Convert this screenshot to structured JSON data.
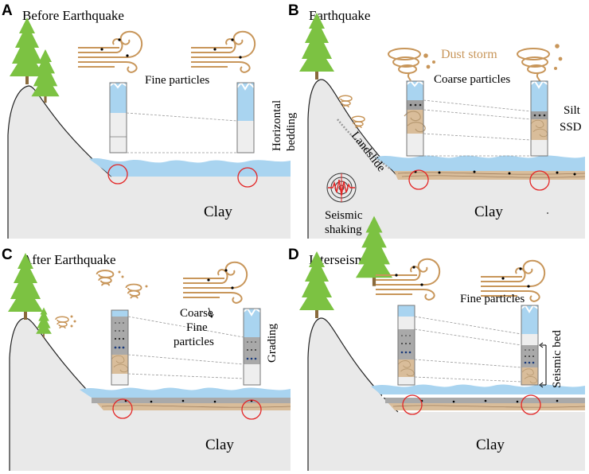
{
  "panels": {
    "a": {
      "letter": "A",
      "title": "Before Earthquake",
      "fine_particles": "Fine particles",
      "horizontal": "Horizontal",
      "bedding": "bedding",
      "clay": "Clay"
    },
    "b": {
      "letter": "B",
      "title": "Earthquake",
      "dust_storm": "Dust storm",
      "coarse_particles": "Coarse particles",
      "silt": "Silt",
      "ssd": "SSD",
      "landslide": "Landslide",
      "seismic": "Seismic",
      "shaking": "shaking",
      "clay": "Clay"
    },
    "c": {
      "letter": "C",
      "title": "After Earthquake",
      "coarse": "Coarse",
      "fine": "Fine",
      "particles": "particles",
      "grading": "Grading",
      "clay": "Clay"
    },
    "d": {
      "letter": "D",
      "title": "Interseismic",
      "fine_particles": "Fine particles",
      "seismic_bed": "Seismic bed",
      "clay": "Clay"
    }
  },
  "colors": {
    "water": "#a9d4f0",
    "clay": "#e9e9e9",
    "sediment": "#d9bd9a",
    "silt": "#9f9f9f",
    "tree": "#7cc242",
    "wind": "#c8965a",
    "circle": "#e32626",
    "seismic": "#e32626"
  }
}
